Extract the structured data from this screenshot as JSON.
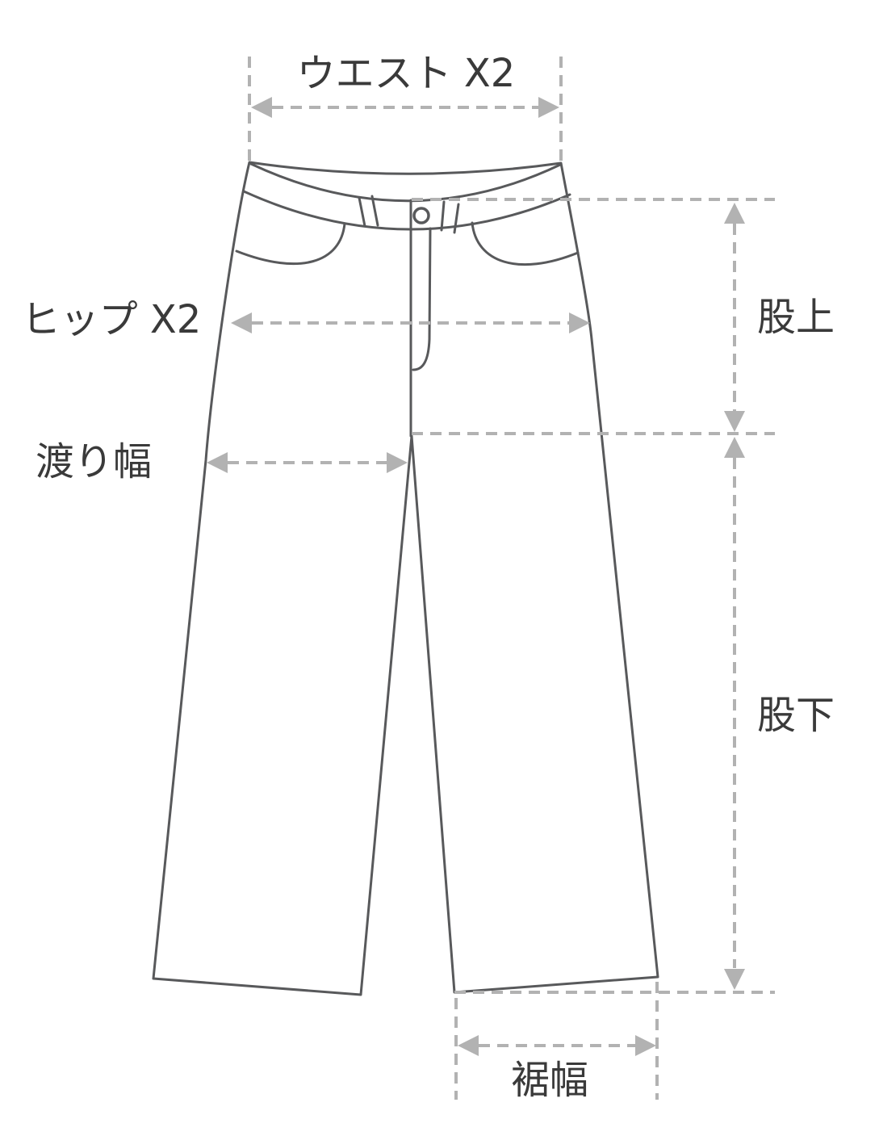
{
  "diagram": {
    "kind": "pants-size-measurement-guide",
    "background_color": "#ffffff",
    "outline_color": "#58595b",
    "measure_color": "#b2b2b2",
    "label_color": "#3a3a3a",
    "labels": {
      "waist": "ウエスト X2",
      "hip": "ヒップ X2",
      "thigh_width": "渡り幅",
      "rise": "股上",
      "inseam": "股下",
      "hem_width": "裾幅"
    }
  }
}
